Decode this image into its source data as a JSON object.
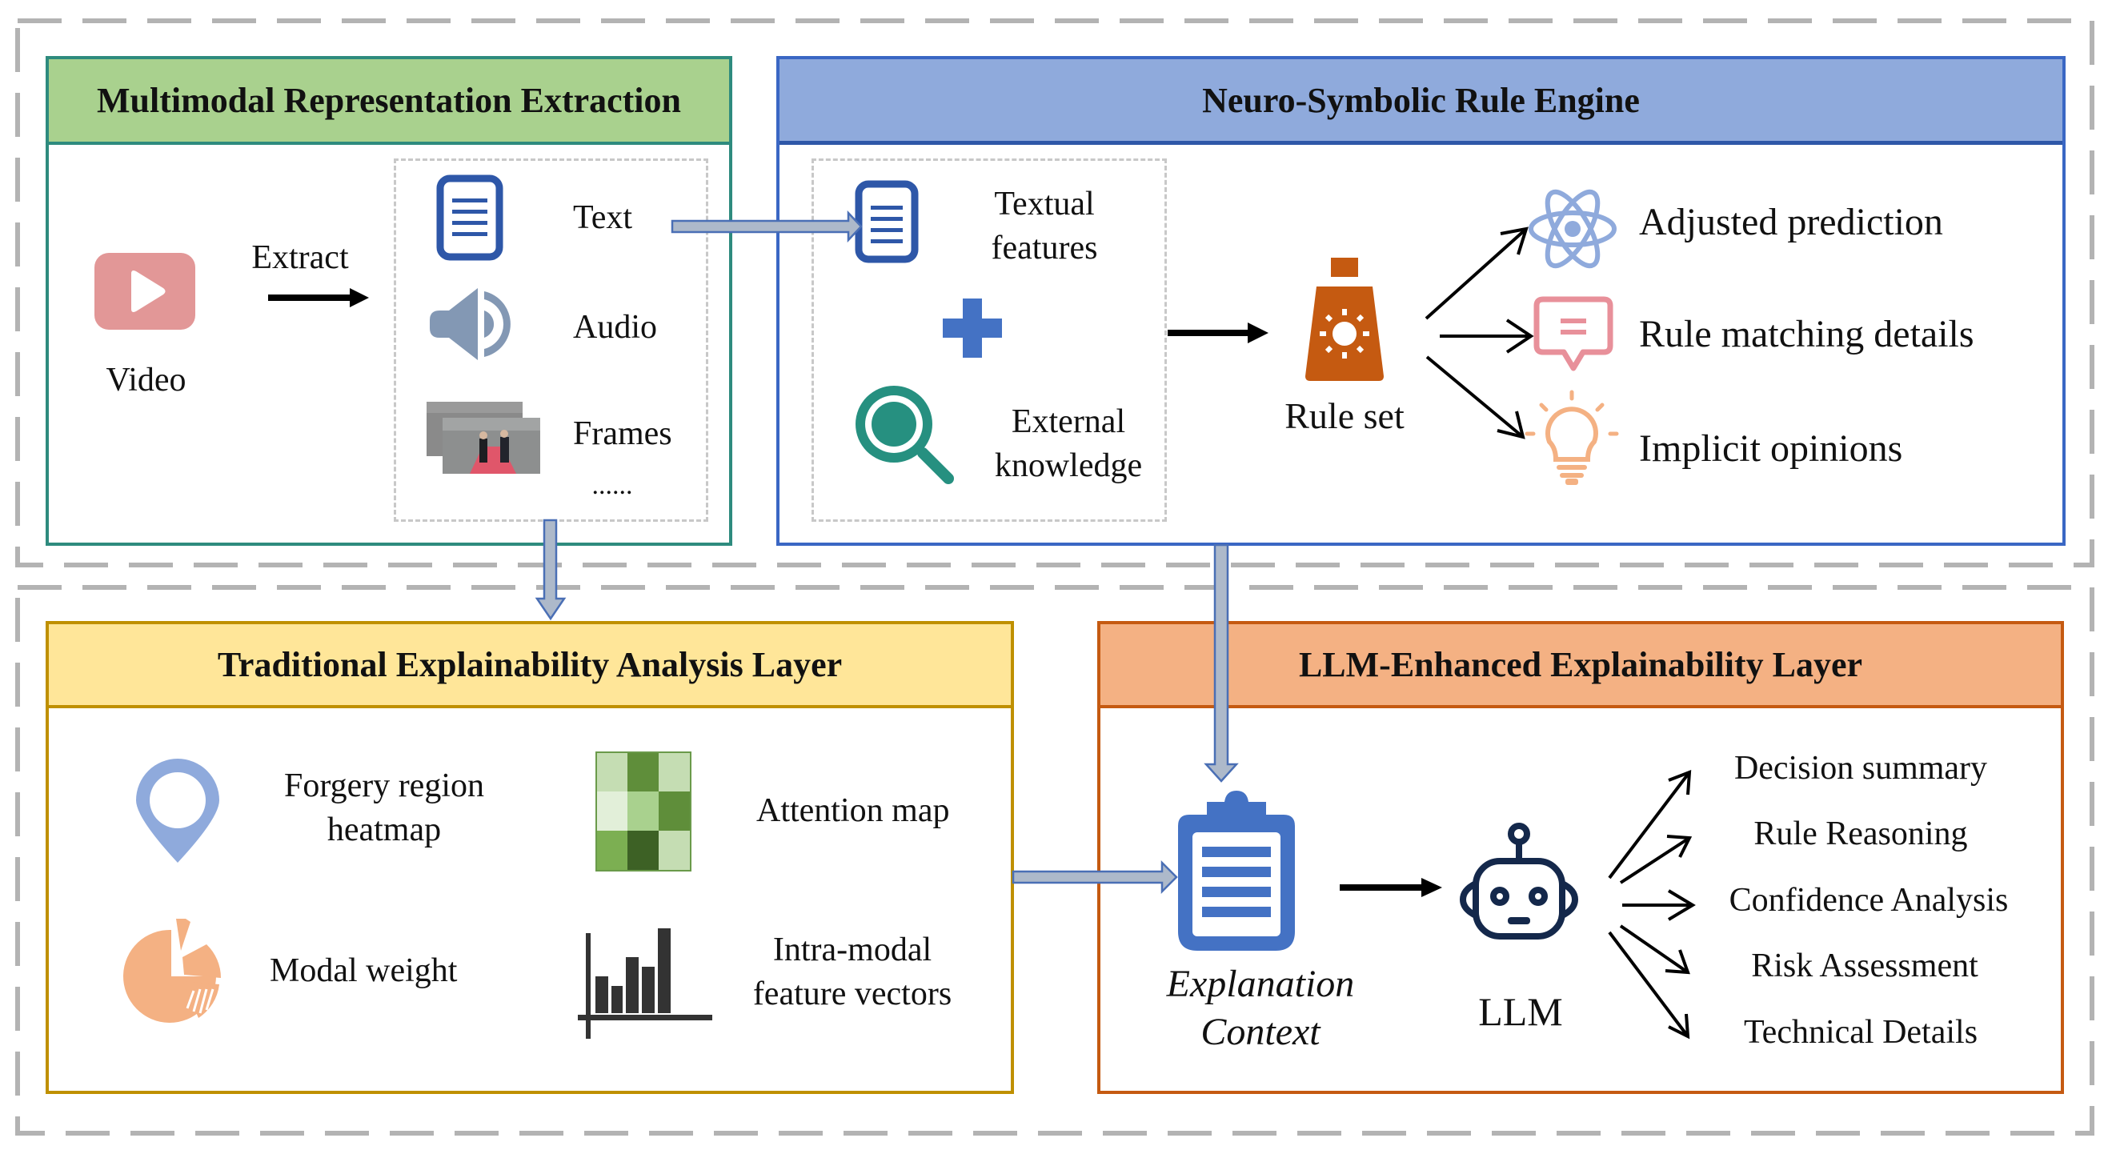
{
  "colors": {
    "outer_dash": "#b3b3b3",
    "green_header": "#A9D18E",
    "green_border": "#2E8B7E",
    "blue_header": "#8FAADC",
    "blue_border": "#3A67C4",
    "yellow_header": "#FFE699",
    "yellow_border": "#BF9000",
    "orange_header": "#F4B183",
    "orange_border": "#C55A11",
    "connector_fill": "#ADB9CA",
    "connector_stroke": "#4A6FB5"
  },
  "panels": {
    "multimodal": {
      "title": "Multimodal Representation Extraction",
      "video_label": "Video",
      "extract_label": "Extract",
      "modalities": [
        {
          "label": "Text",
          "icon": "document-icon"
        },
        {
          "label": "Audio",
          "icon": "speaker-icon"
        },
        {
          "label": "Frames",
          "icon": "video-frames-thumbnail"
        }
      ],
      "ellipsis": "......"
    },
    "neuro_symbolic": {
      "title": "Neuro-Symbolic Rule Engine",
      "inputs": [
        {
          "label_line1": "Textual",
          "label_line2": "features",
          "icon": "document-icon"
        },
        {
          "label_line1": "External",
          "label_line2": "knowledge",
          "icon": "magnifier-icon"
        }
      ],
      "rule_set_label": "Rule set",
      "outputs": [
        {
          "label": "Adjusted prediction",
          "icon": "atom-icon"
        },
        {
          "label": "Rule matching details",
          "icon": "chat-bubble-icon"
        },
        {
          "label": "Implicit opinions",
          "icon": "lightbulb-icon"
        }
      ]
    },
    "traditional": {
      "title": "Traditional Explainability Analysis Layer",
      "items": [
        {
          "label_line1": "Forgery region",
          "label_line2": "heatmap",
          "icon": "location-pin-icon"
        },
        {
          "label_line1": "Attention map",
          "label_line2": "",
          "icon": "heatmap-grid-icon"
        },
        {
          "label_line1": "Modal weight",
          "label_line2": "",
          "icon": "pie-chart-icon"
        },
        {
          "label_line1": "Intra-modal",
          "label_line2": "feature vectors",
          "icon": "bar-chart-icon"
        }
      ]
    },
    "llm": {
      "title": "LLM-Enhanced Explainability Layer",
      "context_line1": "Explanation",
      "context_line2": "Context",
      "llm_label": "LLM",
      "outputs": [
        "Decision summary",
        "Rule Reasoning",
        "Confidence Analysis",
        "Risk Assessment",
        "Technical Details"
      ]
    }
  }
}
